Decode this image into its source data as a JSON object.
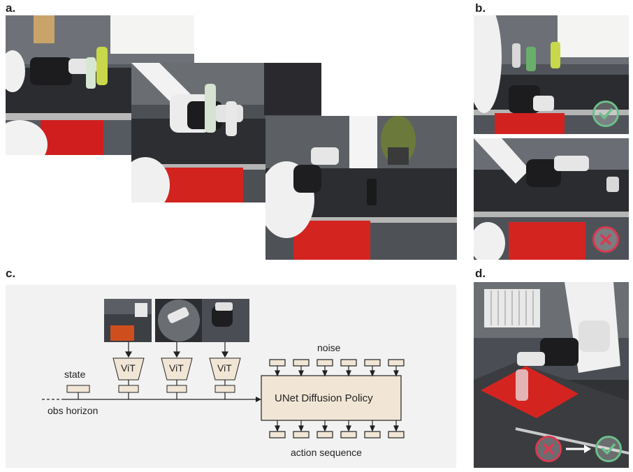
{
  "panels": {
    "a": "a.",
    "b": "b.",
    "c": "c.",
    "d": "d."
  },
  "diagram": {
    "encoder_label": "ViT",
    "state_label": "state",
    "obs_horizon_label": "obs horizon",
    "noise_label": "noise",
    "policy_label": "UNet Diffusion Policy",
    "action_label": "action sequence",
    "num_cameras": 3,
    "num_noise_tokens": 6,
    "num_action_tokens": 6
  },
  "colors": {
    "success": "#6cc08a",
    "failure": "#d93a4f",
    "policy_box": "#f1e6d6",
    "diagram_bg": "#f2f2f2"
  },
  "icons": {
    "success": "check-circle-icon",
    "failure": "x-circle-icon",
    "transition": "arrow-right-icon"
  }
}
